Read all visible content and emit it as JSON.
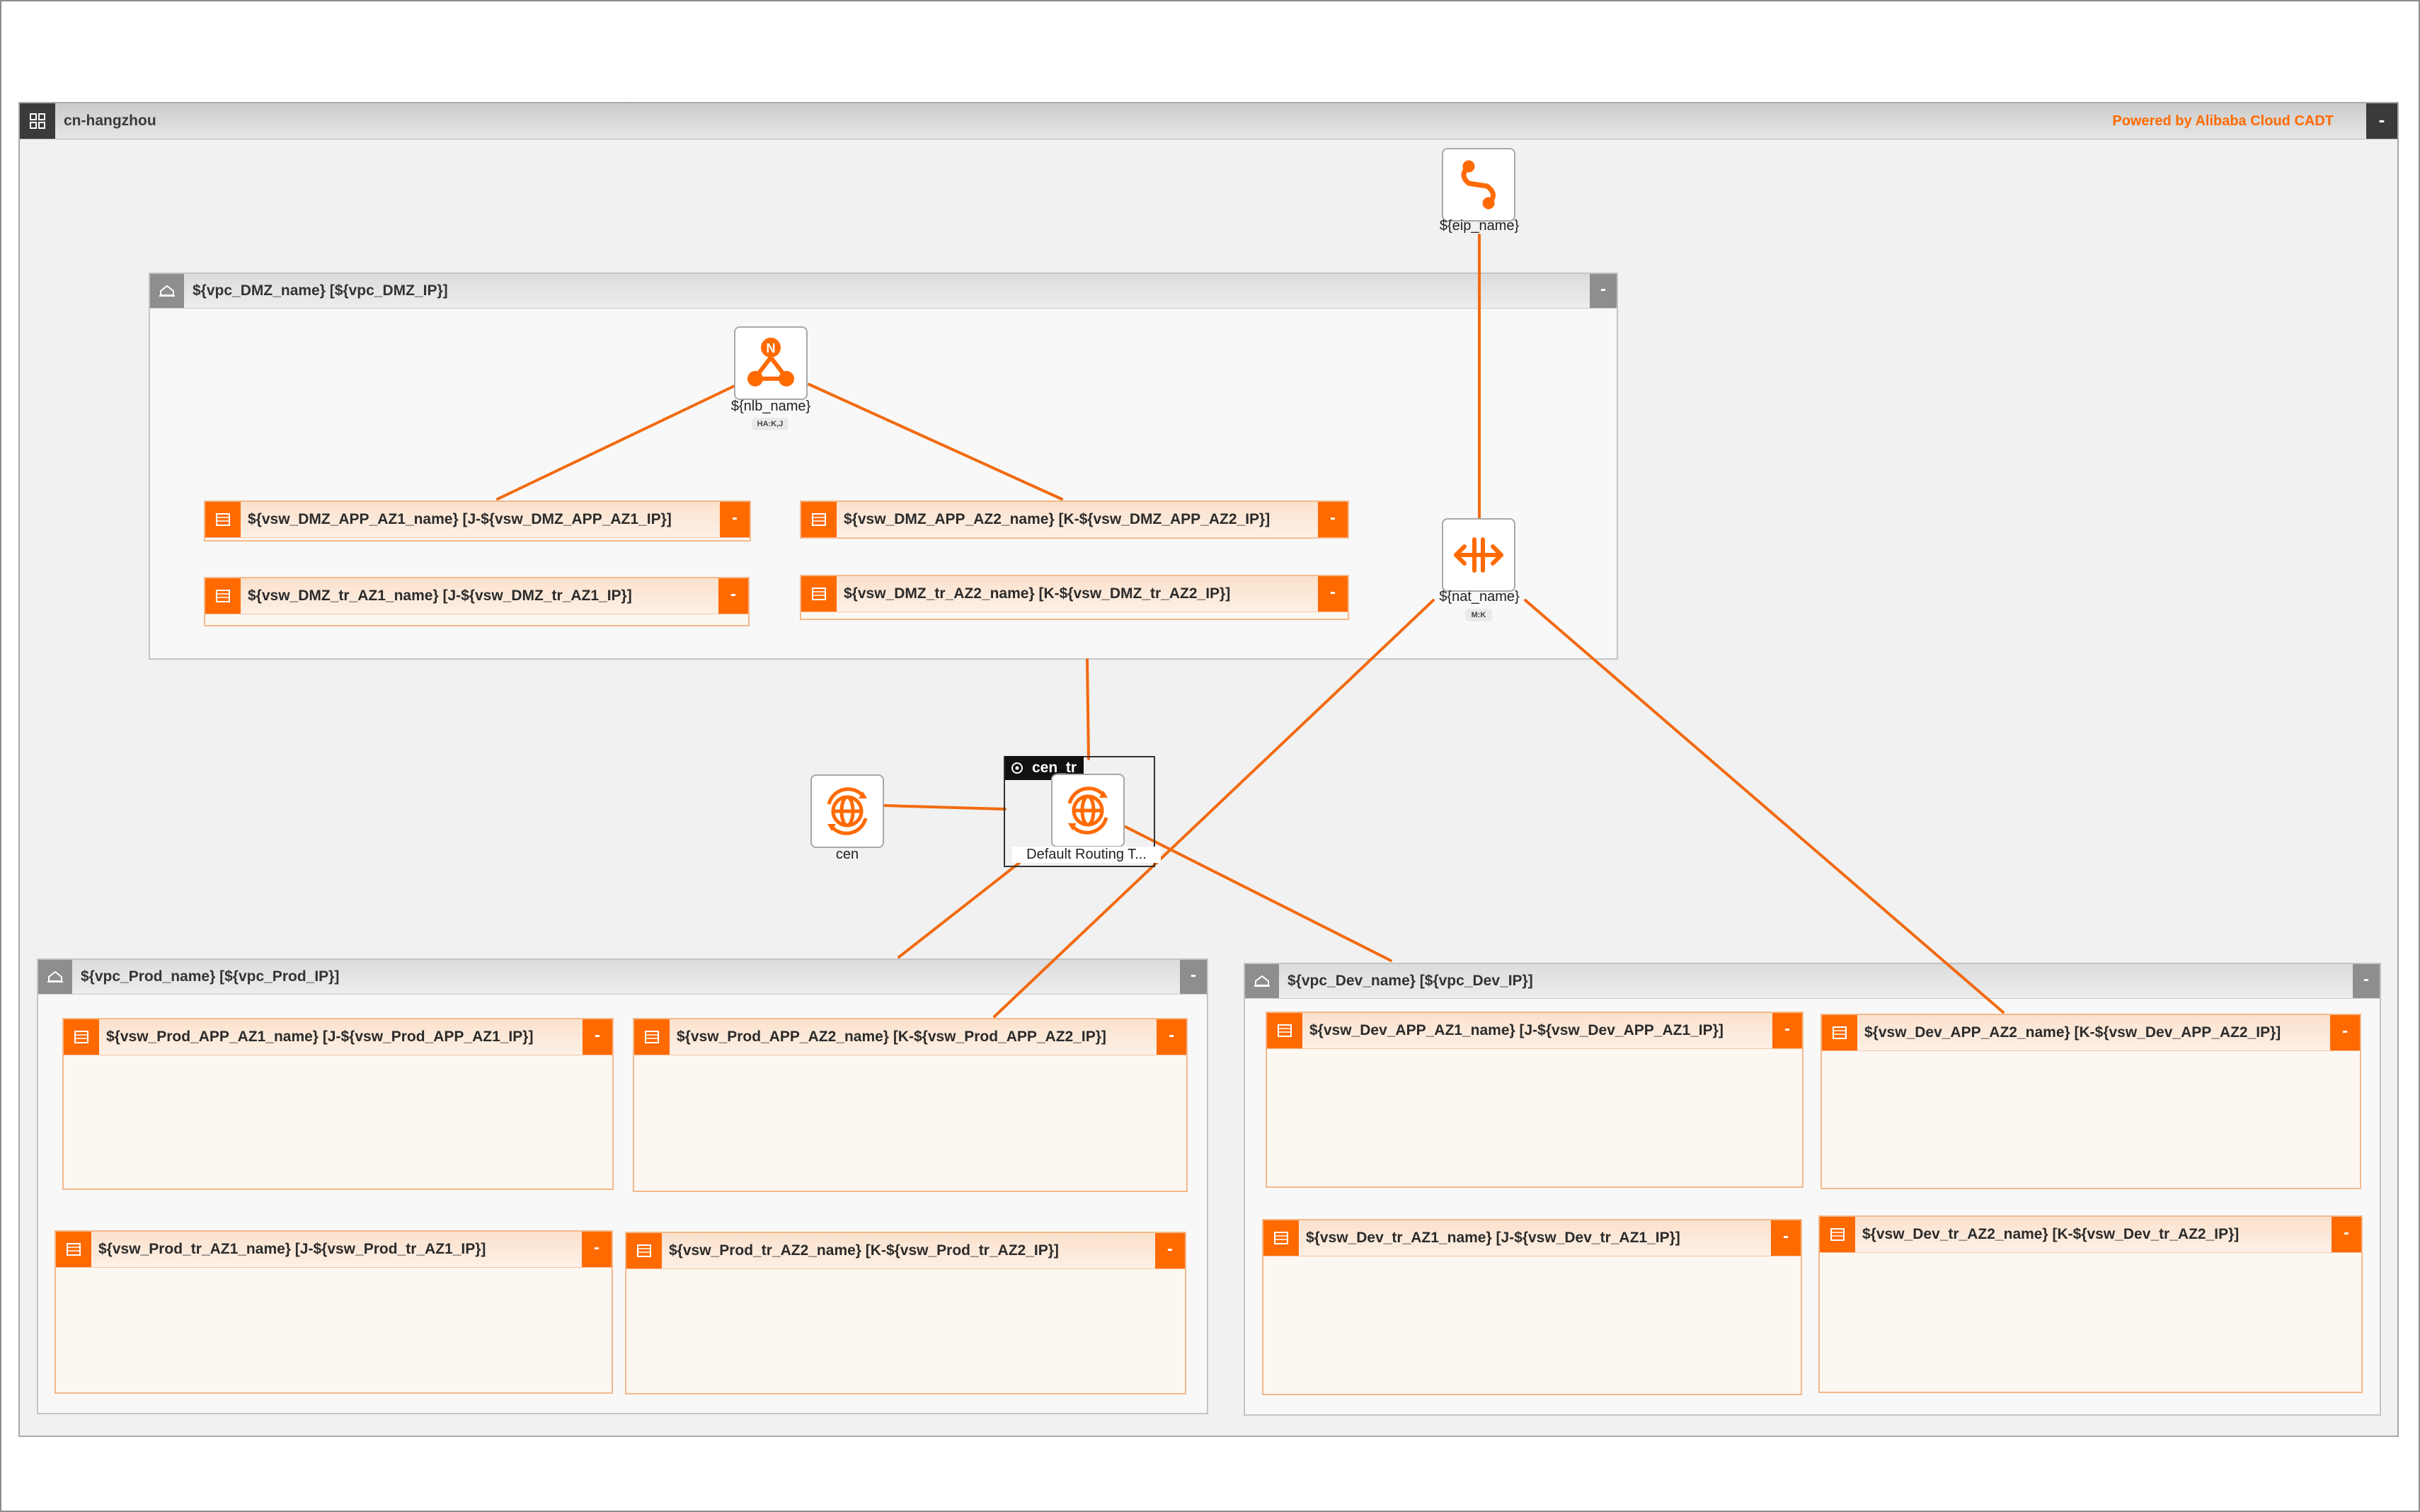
{
  "colors": {
    "accent": "#ff6a00",
    "region_dark": "#3a3a3a",
    "vpc_gray": "#8e8e8e"
  },
  "region": {
    "title": "cn-hangzhou",
    "powered_by": "Powered by Alibaba Cloud CADT",
    "collapse": "-",
    "icon": "region-grid-icon"
  },
  "vpcs": {
    "dmz": {
      "title": "${vpc_DMZ_name} [${vpc_DMZ_IP}]",
      "collapse": "-",
      "vswitches": {
        "app_az1": "${vsw_DMZ_APP_AZ1_name} [J-${vsw_DMZ_APP_AZ1_IP}]",
        "app_az2": "${vsw_DMZ_APP_AZ2_name} [K-${vsw_DMZ_APP_AZ2_IP}]",
        "tr_az1": "${vsw_DMZ_tr_AZ1_name} [J-${vsw_DMZ_tr_AZ1_IP}]",
        "tr_az2": "${vsw_DMZ_tr_AZ2_name} [K-${vsw_DMZ_tr_AZ2_IP}]"
      }
    },
    "prod": {
      "title": "${vpc_Prod_name} [${vpc_Prod_IP}]",
      "collapse": "-",
      "vswitches": {
        "app_az1": "${vsw_Prod_APP_AZ1_name} [J-${vsw_Prod_APP_AZ1_IP}]",
        "app_az2": "${vsw_Prod_APP_AZ2_name} [K-${vsw_Prod_APP_AZ2_IP}]",
        "tr_az1": "${vsw_Prod_tr_AZ1_name} [J-${vsw_Prod_tr_AZ1_IP}]",
        "tr_az2": "${vsw_Prod_tr_AZ2_name} [K-${vsw_Prod_tr_AZ2_IP}]"
      }
    },
    "dev": {
      "title": "${vpc_Dev_name} [${vpc_Dev_IP}]",
      "collapse": "-",
      "vswitches": {
        "app_az1": "${vsw_Dev_APP_AZ1_name} [J-${vsw_Dev_APP_AZ1_IP}]",
        "app_az2": "${vsw_Dev_APP_AZ2_name} [K-${vsw_Dev_APP_AZ2_IP}]",
        "tr_az1": "${vsw_Dev_tr_AZ1_name} [J-${vsw_Dev_tr_AZ1_IP}]",
        "tr_az2": "${vsw_Dev_tr_AZ2_name} [K-${vsw_Dev_tr_AZ2_IP}]"
      }
    }
  },
  "vsw_collapse": "-",
  "nodes": {
    "eip": {
      "label": "${eip_name}",
      "icon": "eip-icon"
    },
    "nlb": {
      "label": "${nlb_name}",
      "badge": "HA:K,J",
      "icon": "nlb-icon"
    },
    "nat": {
      "label": "${nat_name}",
      "badge": "M:K",
      "icon": "nat-gateway-icon"
    },
    "cen": {
      "label": "cen",
      "icon": "cen-globe-icon"
    },
    "cen_tr": {
      "title": "cen_tr",
      "route_table_label": "Default Routing T...",
      "icon": "route-table-globe-icon"
    }
  }
}
